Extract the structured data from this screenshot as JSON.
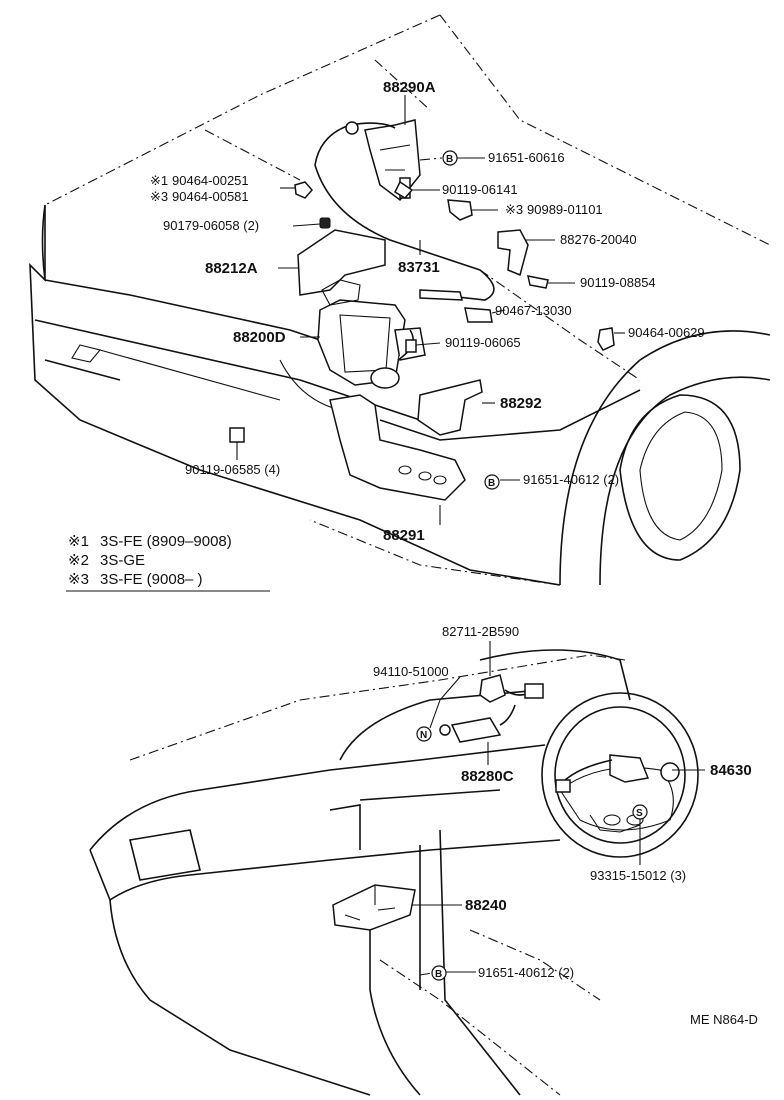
{
  "parts_top": {
    "p88290A": "88290A",
    "p91651_60616": "91651-60616",
    "p90464_00251": "90464-00251",
    "p90464_00581": "90464-00581",
    "p90119_06141": "90119-06141",
    "p90989_01101": "90989-01101",
    "p90179_06058": "90179-06058 (2)",
    "p88276_20040": "88276-20040",
    "p88212A": "88212A",
    "p83731": "83731",
    "p90119_08854": "90119-08854",
    "p90467_13030": "90467-13030",
    "p88200D": "88200D",
    "p90464_00629": "90464-00629",
    "p90119_06065": "90119-06065",
    "p88292": "88292",
    "p90119_06585": "90119-06585 (4)",
    "p91651_40612_top": "91651-40612 (2)",
    "p88291": "88291"
  },
  "parts_bottom": {
    "p82711_2B590": "82711-2B590",
    "p94110_51000": "94110-51000",
    "p88280C": "88280C",
    "p84630": "84630",
    "p93315_15012": "93315-15012 (3)",
    "p88240": "88240",
    "p91651_40612_bot": "91651-40612 (2)"
  },
  "markers": {
    "b": "B",
    "n": "N",
    "s": "S",
    "asterisk1": "※1",
    "asterisk3": "※3"
  },
  "legend": [
    {
      "mark": "※1",
      "text": "3S-FE (8909–9008)"
    },
    {
      "mark": "※2",
      "text": "3S-GE"
    },
    {
      "mark": "※3",
      "text": "3S-FE (9008–      )"
    }
  ],
  "figure_code": "ME N864-D"
}
